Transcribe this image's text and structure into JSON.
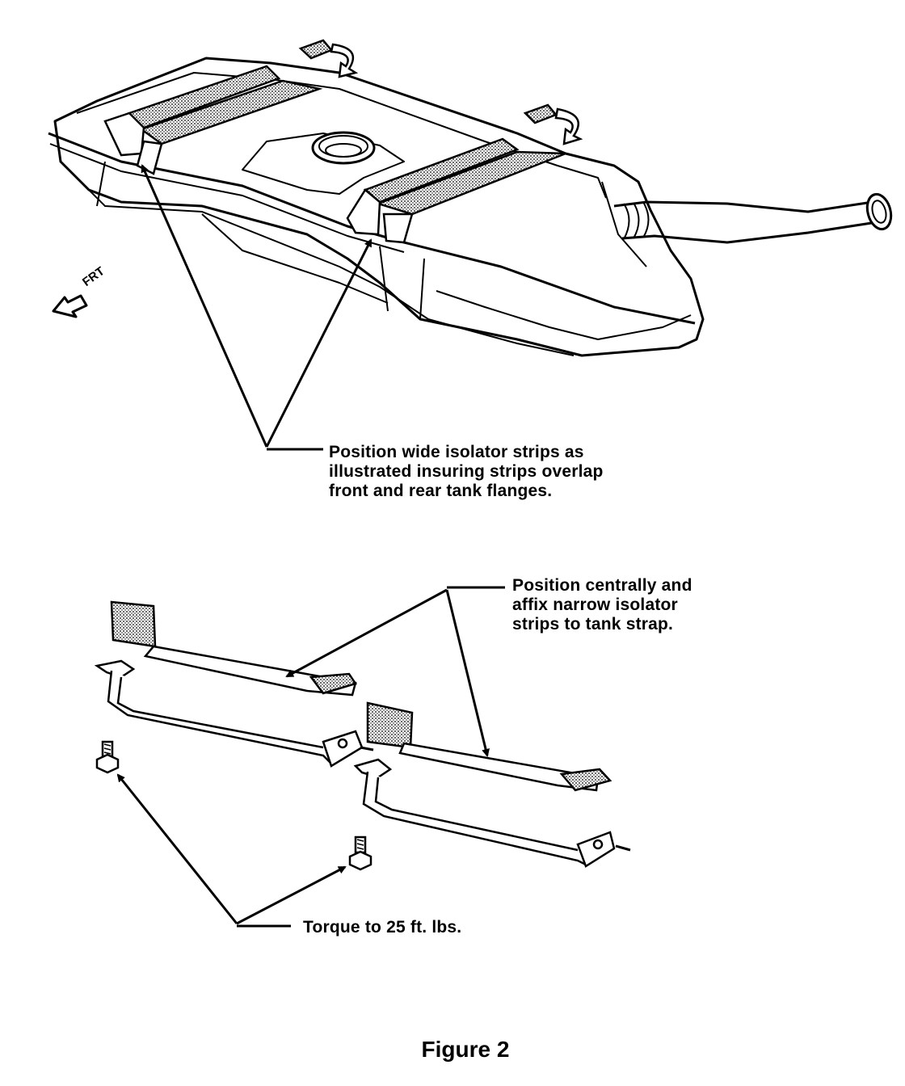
{
  "figure": {
    "title": "Figure 2"
  },
  "labels": {
    "front_direction": "FRT"
  },
  "callouts": {
    "wide_isolator": [
      "Position wide isolator strips as",
      "illustrated insuring strips overlap",
      "front and rear tank flanges."
    ],
    "narrow_isolator": [
      "Position centrally and",
      "affix narrow isolator",
      "strips to tank strap."
    ],
    "torque": "Torque to 25 ft. lbs."
  },
  "icons": {
    "front_arrow": "arrow-left-outline-icon",
    "install_arrows": "down-curved-arrow-icon",
    "bolts": "hex-bolt-icon"
  },
  "colors": {
    "ink": "#000000",
    "paper": "#ffffff",
    "strip_fill": "#b8b8b8"
  }
}
